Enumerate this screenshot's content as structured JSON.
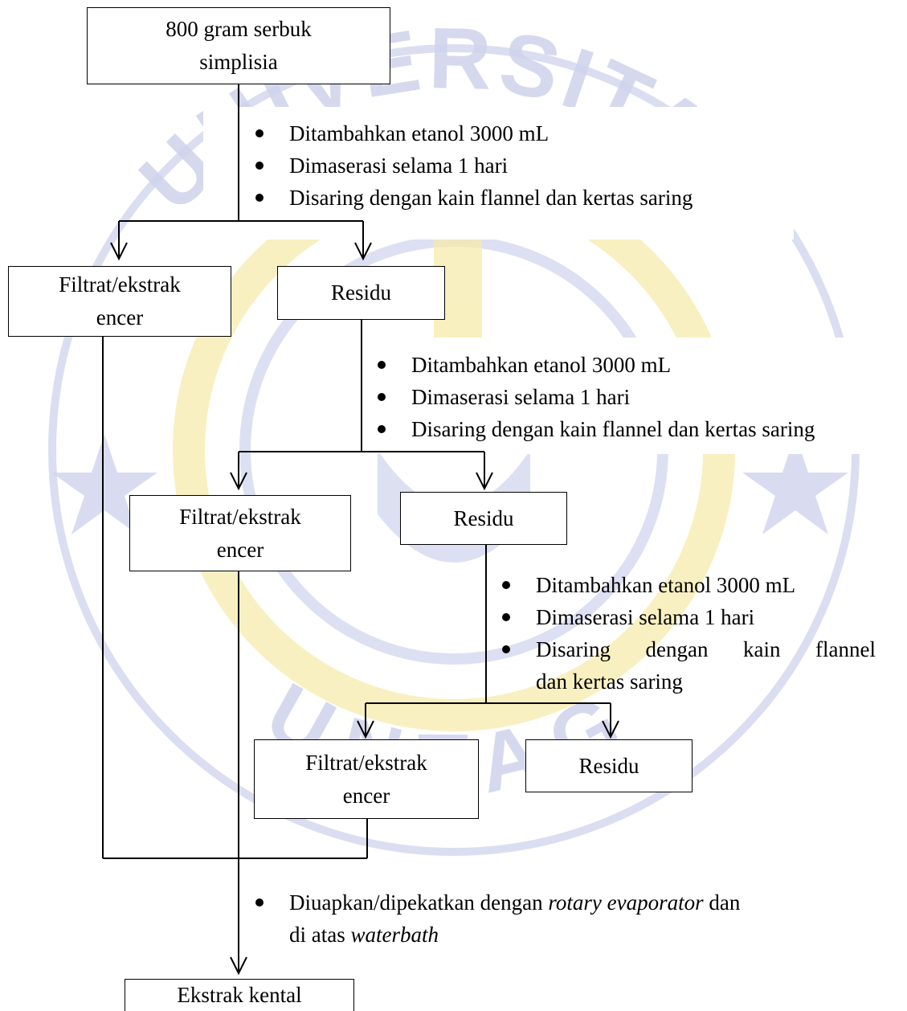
{
  "watermark": {
    "text_top": "UNIVERSITAS",
    "text_bottom": "UNTAG",
    "colors": {
      "blue": "#c9cde8",
      "yellow": "#f6e79a"
    }
  },
  "boxes": {
    "start": {
      "line1": "800 gram serbuk",
      "line2": "simplisia"
    },
    "filtrate1": {
      "line1": "Filtrat/ekstrak",
      "line2": "encer"
    },
    "residue1": {
      "label": "Residu"
    },
    "filtrate2": {
      "line1": "Filtrat/ekstrak",
      "line2": "encer"
    },
    "residue2": {
      "label": "Residu"
    },
    "filtrate3": {
      "line1": "Filtrat/ekstrak",
      "line2": "encer"
    },
    "residue3": {
      "label": "Residu"
    },
    "final": {
      "label": "Ekstrak kental"
    }
  },
  "steps": {
    "step1": [
      "Ditambahkan etanol 3000 mL",
      "Dimaserasi selama 1 hari",
      "Disaring dengan kain flannel dan kertas saring"
    ],
    "step2": [
      "Ditambahkan etanol 3000 mL",
      "Dimaserasi selama 1 hari",
      "Disaring dengan kain flannel dan kertas saring"
    ],
    "step3": {
      "item1": "Ditambahkan etanol 3000 mL",
      "item2": "Dimaserasi selama 1 hari",
      "item3_line1": "Disaring dengan kain flannel",
      "item3_line2": "dan kertas saring"
    },
    "step4": {
      "prefix": "Diuapkan/dipekatkan dengan ",
      "italic1": "rotary evaporator",
      "middle": " dan",
      "line2_prefix": "di atas ",
      "italic2": "waterbath"
    }
  }
}
